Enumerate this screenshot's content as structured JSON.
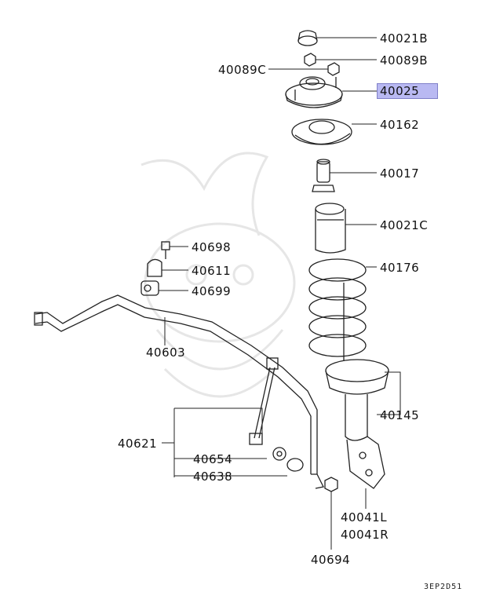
{
  "parts": {
    "p40021B": "40021B",
    "p40089B": "40089B",
    "p40089C": "40089C",
    "p40025": "40025",
    "p40162": "40162",
    "p40017": "40017",
    "p40021C": "40021C",
    "p40176": "40176",
    "p40698": "40698",
    "p40611": "40611",
    "p40699": "40699",
    "p40603": "40603",
    "p40145": "40145",
    "p40621": "40621",
    "p40654": "40654",
    "p40638": "40638",
    "p40041L": "40041L",
    "p40041R": "40041R",
    "p40694": "40694"
  },
  "highlighted_part": "40025",
  "diagram_code": "3EP2D51",
  "colors": {
    "line": "#222222",
    "highlight": "#b9b9f2",
    "watermark": "#e6e6e6"
  }
}
